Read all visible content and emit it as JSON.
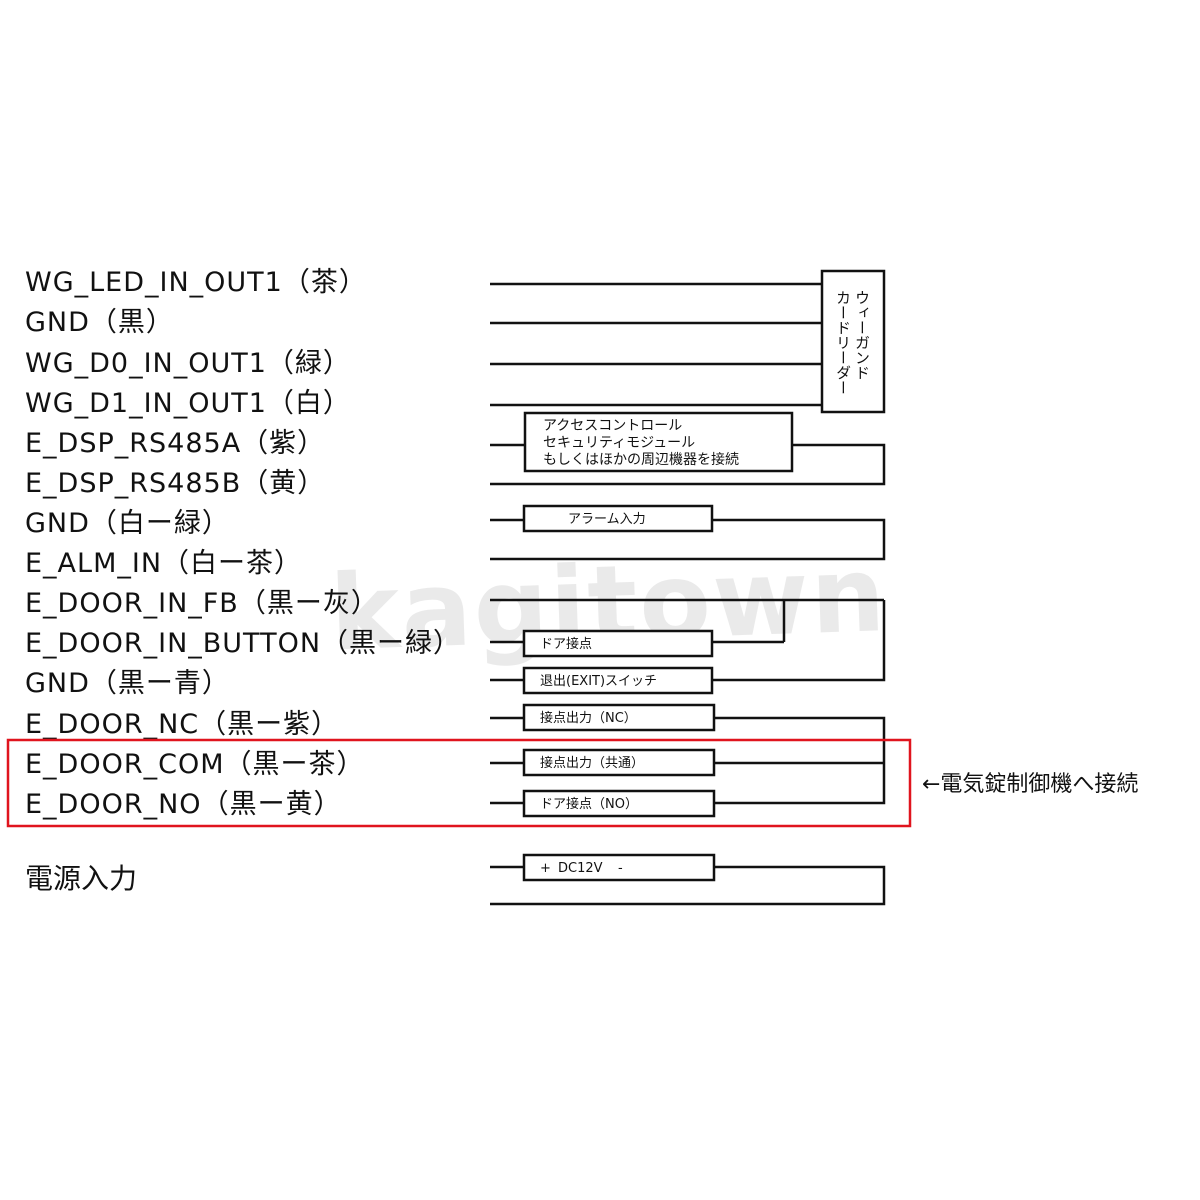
{
  "pins": [
    "WG_LED_IN_OUT1（茶）",
    "GND（黒）",
    "WG_D0_IN_OUT1（緑）",
    "WG_D1_IN_OUT1（白）",
    "E_DSP_RS485A（紫）",
    "E_DSP_RS485B（黄）",
    "GND（白ー緑）",
    "E_ALM_IN（白ー茶）",
    "E_DOOR_IN_FB（黒ー灰）",
    "E_DOOR_IN_BUTTON（黒ー緑）",
    "GND（黒ー青）",
    "E_DOOR_NC（黒ー紫）",
    "E_DOOR_COM（黒ー茶）",
    "E_DOOR_NO（黒ー黄）"
  ],
  "power_label": "電源入力",
  "devices": {
    "wiegand_reader_line1": "ウィーガンド",
    "wiegand_reader_line2": "カードリーダー",
    "access_module_line1": "アクセスコントロール",
    "access_module_line2": "セキュリティモジュール",
    "access_module_line3": "もしくはほかの周辺機器を接続",
    "alarm_input": "アラーム入力",
    "door_contact": "ドア接点",
    "exit_switch": "退出(EXIT)スイッチ",
    "contact_out_nc": "接点出力（NC）",
    "contact_out_com": "接点出力（共通）",
    "door_contact_no": "ドア接点（NO）",
    "dc_plus": "+",
    "dc_label": "DC12V",
    "dc_minus": "-"
  },
  "note": "←電気錠制御機へ接続",
  "watermark": "kagitown",
  "colors": {
    "line": "#111111",
    "highlight": "#e0141e",
    "watermark": "#e4e4e4"
  }
}
